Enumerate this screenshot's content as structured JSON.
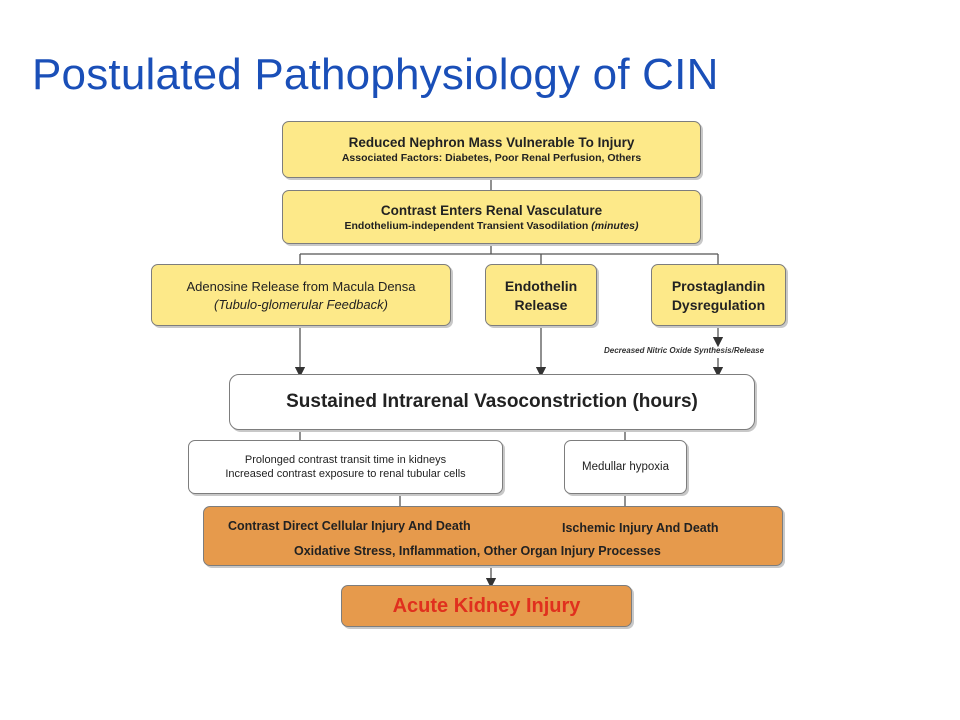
{
  "title": "Postulated Pathophysiology of CIN",
  "nodes": {
    "reduced_mass": {
      "line1": "Reduced Nephron Mass Vulnerable To Injury",
      "line2": "Associated Factors:  Diabetes, Poor Renal Perfusion, Others"
    },
    "contrast_enters": {
      "line1": "Contrast Enters Renal Vasculature",
      "line2": "Endothelium-independent Transient Vasodilation",
      "line2_italic": "(minutes)"
    },
    "adenosine": {
      "line1": "Adenosine Release from Macula Densa",
      "line2": "(Tubulo-glomerular Feedback)"
    },
    "endothelin": {
      "line1": "Endothelin",
      "line2": "Release"
    },
    "prostaglandin": {
      "line1": "Prostaglandin",
      "line2": "Dysregulation"
    },
    "nitric_oxide_note": "Decreased Nitric Oxide Synthesis/Release",
    "sustained": "Sustained Intrarenal Vasoconstriction (hours)",
    "prolonged": {
      "line1": "Prolonged contrast transit time in kidneys",
      "line2": "Increased contrast exposure to renal tubular cells"
    },
    "medullar": "Medullar hypoxia",
    "injury": {
      "direct": "Contrast Direct Cellular Injury And Death",
      "ischemic": "Ischemic Injury And Death",
      "oxidative": "Oxidative Stress, Inflammation, Other Organ Injury Processes"
    },
    "aki": "Acute Kidney Injury"
  },
  "colors": {
    "title": "#1a4fb8",
    "yellow_box": "#fde989",
    "orange_box": "#e69a4c",
    "aki_text": "#e0301e"
  }
}
